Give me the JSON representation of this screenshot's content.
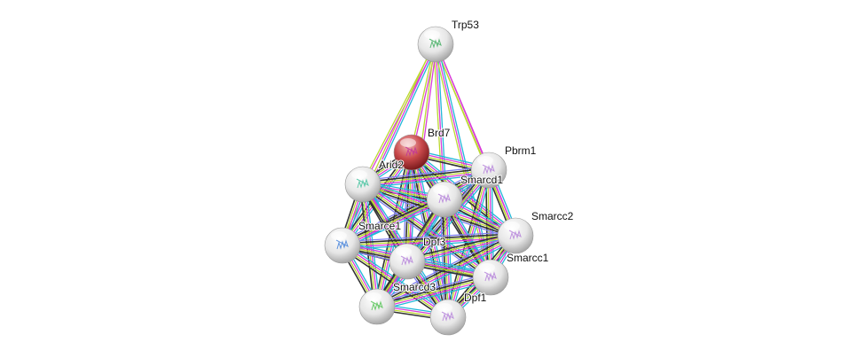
{
  "network": {
    "query_node": "Brd7",
    "nodes": [
      {
        "id": "Trp53",
        "color": "#f2f2f2",
        "structure_color": "#3aaa5a"
      },
      {
        "id": "Brd7",
        "color": "#c0393b",
        "structure_color": "#c0309a"
      },
      {
        "id": "Pbrm1",
        "color": "#f2f2f2",
        "structure_color": "#b27cd8"
      },
      {
        "id": "Arid2",
        "color": "#f2f2f2",
        "structure_color": "#3cbf9a"
      },
      {
        "id": "Smarcd1",
        "color": "#f2f2f2",
        "structure_color": "#b27cd8"
      },
      {
        "id": "Smarcc2",
        "color": "#f2f2f2",
        "structure_color": "#b27cd8"
      },
      {
        "id": "Smarce1",
        "color": "#f2f2f2",
        "structure_color": "#3a7ad8"
      },
      {
        "id": "Dpf3",
        "color": "#f2f2f2",
        "structure_color": "#b27cd8"
      },
      {
        "id": "Smarcc1",
        "color": "#f2f2f2",
        "structure_color": "#b27cd8"
      },
      {
        "id": "Smarcd3",
        "color": "#f2f2f2",
        "structure_color": "#48c048"
      },
      {
        "id": "Dpf1",
        "color": "#f2f2f2",
        "structure_color": "#b27cd8"
      }
    ],
    "evidence_colors": {
      "database": "#22b8d8",
      "experiments": "#d83cd8",
      "textmining": "#bcd830",
      "coexpression": "#333333",
      "homology": "#8080f0"
    },
    "edges": [
      [
        "Trp53",
        "Brd7",
        [
          "experiments",
          "textmining"
        ]
      ],
      [
        "Trp53",
        "Arid2",
        [
          "experiments",
          "textmining"
        ]
      ],
      [
        "Trp53",
        "Pbrm1",
        [
          "experiments",
          "textmining"
        ]
      ],
      [
        "Trp53",
        "Smarcd1",
        [
          "database",
          "experiments",
          "textmining"
        ]
      ],
      [
        "Trp53",
        "Smarcc2",
        [
          "experiments",
          "textmining"
        ]
      ],
      [
        "Trp53",
        "Smarcc1",
        [
          "database",
          "experiments",
          "textmining"
        ]
      ],
      [
        "Trp53",
        "Smarce1",
        [
          "database",
          "experiments",
          "textmining"
        ]
      ],
      [
        "Trp53",
        "Dpf3",
        [
          "experiments",
          "textmining"
        ]
      ]
    ],
    "complex_members": [
      "Brd7",
      "Pbrm1",
      "Arid2",
      "Smarcd1",
      "Smarcc2",
      "Smarce1",
      "Dpf3",
      "Smarcc1",
      "Smarcd3",
      "Dpf1"
    ],
    "complex_evidence": [
      "database",
      "experiments",
      "textmining",
      "coexpression"
    ]
  }
}
